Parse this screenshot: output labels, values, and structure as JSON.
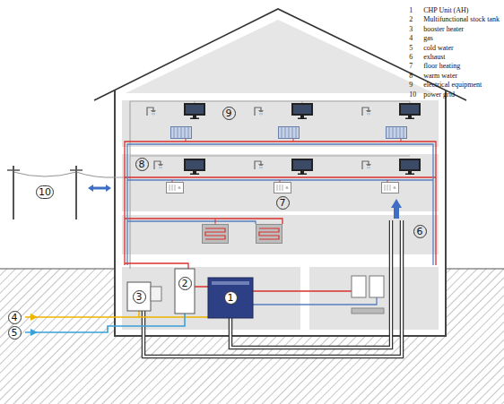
{
  "diagram": {
    "labels": [
      "1",
      "CHP Unit (AH)",
      "2",
      "Multifunctional stock tank",
      "3",
      "booster heater",
      "4",
      "gas",
      "5",
      "cold water",
      "6",
      "exhaust",
      "7",
      "floor heating",
      "8",
      "warm water",
      "9",
      "electrical equipment",
      "10",
      "power grid",
      "9",
      "8",
      "10",
      "7",
      "6",
      "3",
      "2",
      "1",
      "4",
      "5"
    ]
  }
}
